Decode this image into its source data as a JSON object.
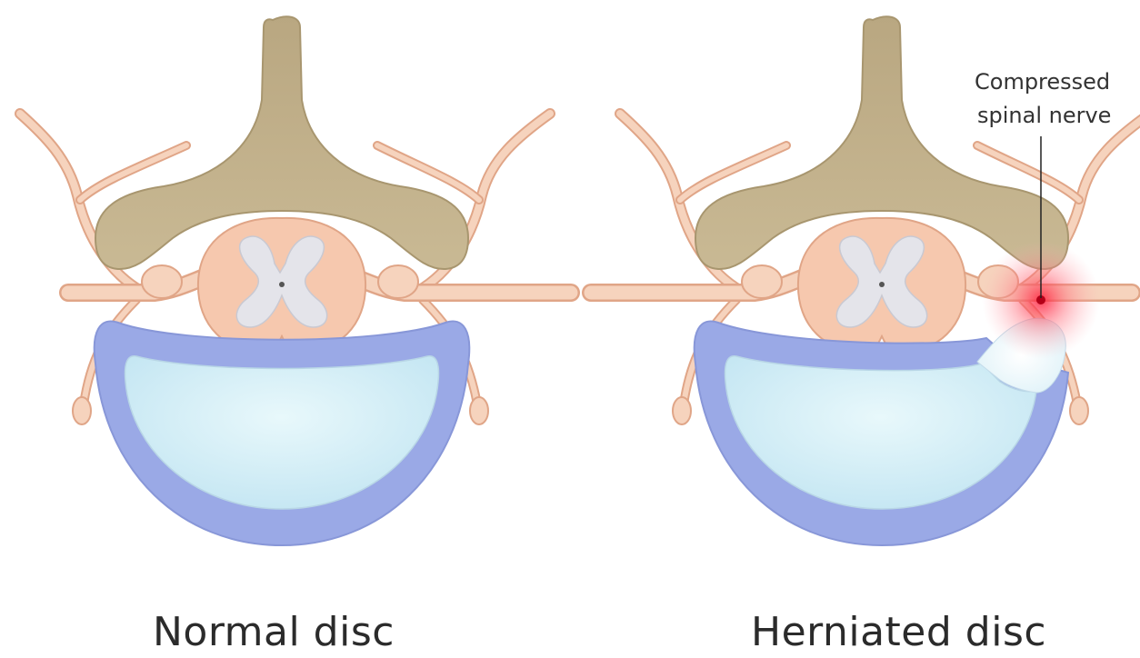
{
  "panels": [
    {
      "caption": "Normal disc"
    },
    {
      "caption": "Herniated disc"
    }
  ],
  "callout": {
    "line1": "Compressed",
    "line2": "spinal nerve"
  },
  "colors": {
    "bone": "#c4b38f",
    "bone_shadow": "#a8966f",
    "spinal_cord": "#f6c8ae",
    "grey_matter": "#e6e6ea",
    "nerve": "#f4cdb4",
    "nerve_outline": "#e0a587",
    "annulus": "#9aa9e6",
    "nucleus": "#d2eef6",
    "inflammation": "#ff3b4a"
  }
}
